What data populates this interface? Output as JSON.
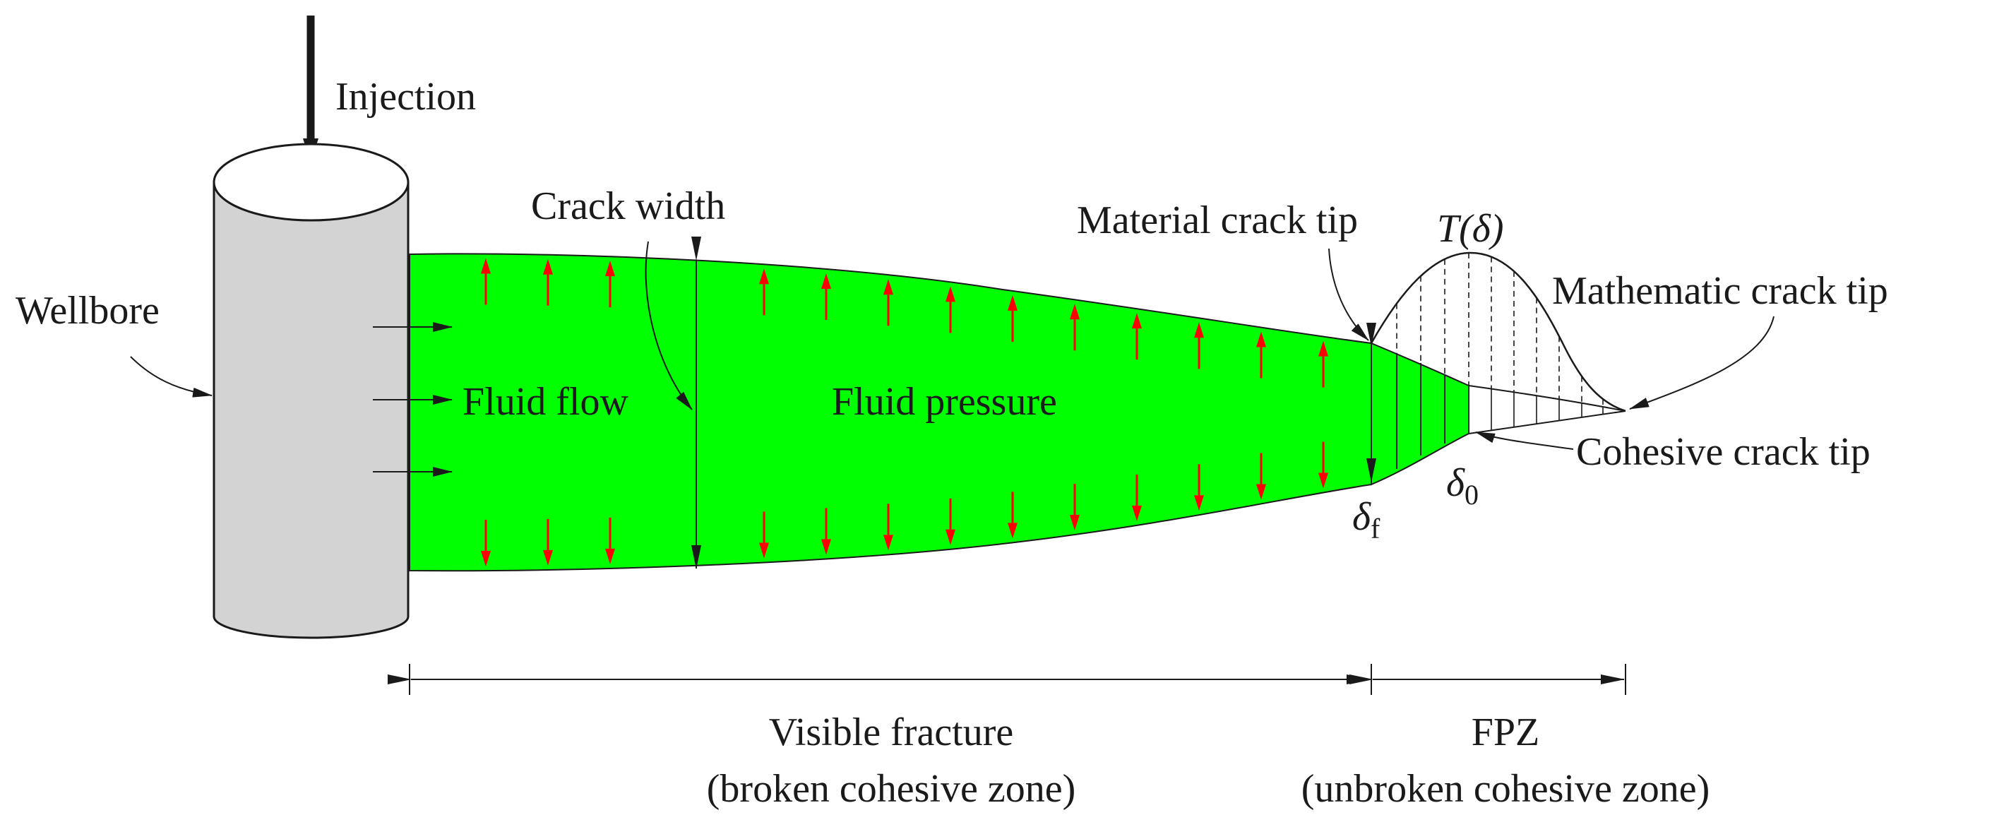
{
  "labels": {
    "injection": "Injection",
    "wellbore": "Wellbore",
    "crack_width": "Crack width",
    "fluid_flow": "Fluid flow",
    "fluid_pressure": "Fluid pressure",
    "material_crack_tip": "Material crack tip",
    "traction": "T(δ)",
    "mathematic_crack_tip": "Mathematic crack tip",
    "cohesive_crack_tip": "Cohesive crack tip",
    "delta_f_symbol": "δ",
    "delta_f_sub": "f",
    "delta_0_symbol": "δ",
    "delta_0_sub": "0",
    "visible_fracture": "Visible fracture",
    "broken_zone": "(broken cohesive zone)",
    "fpz": "FPZ",
    "unbroken_zone": "(unbroken cohesive zone)"
  },
  "colors": {
    "fracture_fill": "#00ff00",
    "pressure_arrow": "#ff0000",
    "wellbore_fill": "#d3d3d3",
    "line": "#1a1a1a"
  }
}
